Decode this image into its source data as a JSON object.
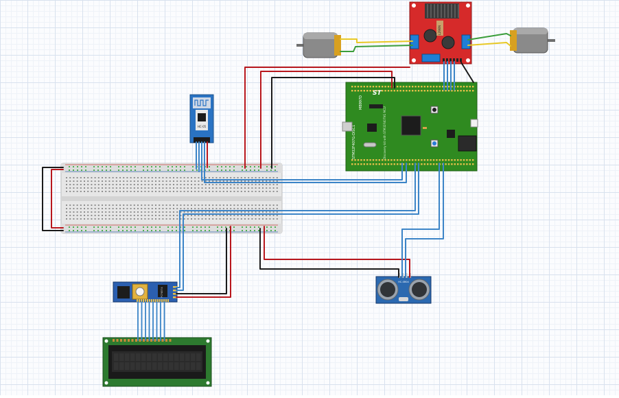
{
  "canvas": {
    "name": "breadboard-view"
  },
  "labels": {
    "discovery_board": "STM32F407G-DISC1",
    "board_brand": "ST",
    "board_part": "MB997D",
    "board_subtitle": "Discovery kit with STM32F407VG MCU",
    "motor_driver": "L298N",
    "bluetooth_module": "HC-05",
    "lcd_backpack": "PCF8574",
    "ultrasonic_sensor": "HC-SR04"
  },
  "colors": {
    "grid_major": "#d8e1ee",
    "grid_minor": "#eef2f8",
    "wire_red": "#b8161c",
    "wire_black": "#1a1a1a",
    "wire_blue": "#3b84c7",
    "wire_yellow": "#e8c825",
    "wire_green": "#3a9d3a",
    "board_green": "#2f8a20",
    "driver_red": "#d62a2a",
    "sensor_blue": "#2b69b0",
    "lcd_pcb": "#2d7a2f",
    "breadboard": "#e4e4e4",
    "motor_gray": "#8a8a8a"
  }
}
